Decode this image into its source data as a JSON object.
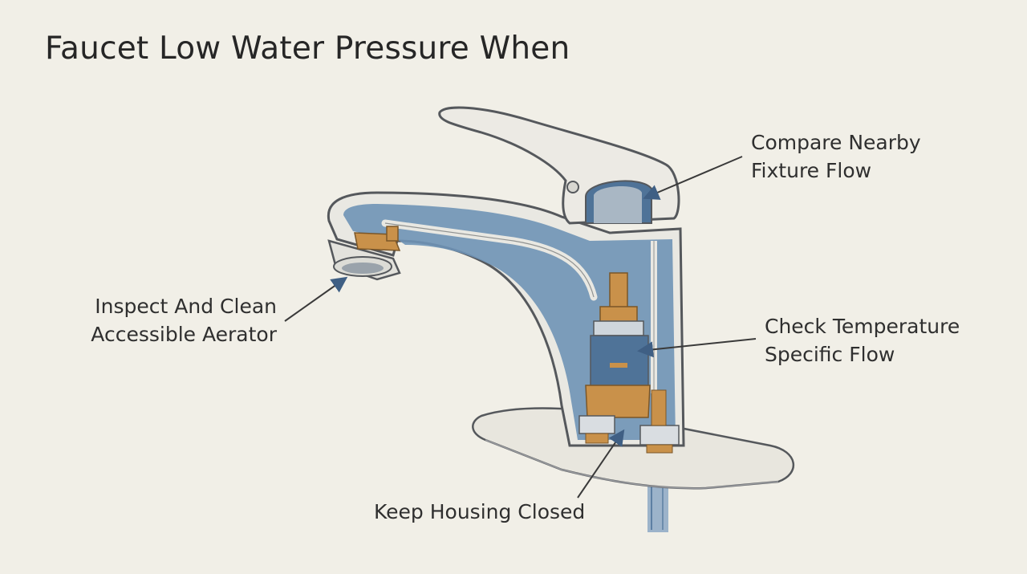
{
  "title": "Faucet Low Water Pressure When",
  "callouts": {
    "compare": {
      "line1": "Compare Nearby",
      "line2": "Fixture Flow"
    },
    "inspect": {
      "line1": "Inspect And Clean",
      "line2": "Accessible Aerator"
    },
    "check": {
      "line1": "Check Temperature",
      "line2": "Specific Flow"
    },
    "keep": {
      "line1": "Keep Housing Closed"
    }
  },
  "colors": {
    "background": "#f1efe7",
    "chrome": "#e9e8e2",
    "outline": "#55585c",
    "water_blue": "#6f93b6",
    "deep_blue": "#4f7398",
    "brass": "#c9914a",
    "arrow": "#3f5f84"
  }
}
